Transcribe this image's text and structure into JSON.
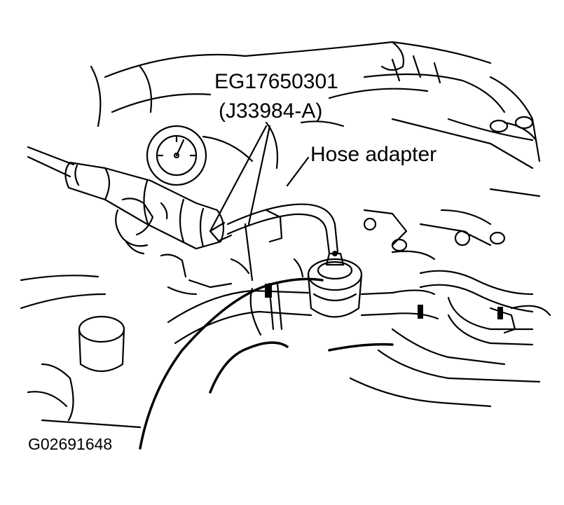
{
  "labels": {
    "tool_number": "EG17650301",
    "tool_alt_number": "(J33984-A)",
    "hose_adapter": "Hose adapter",
    "figure_id": "G02691648"
  },
  "colors": {
    "ink": "#000000",
    "paper": "#ffffff"
  }
}
